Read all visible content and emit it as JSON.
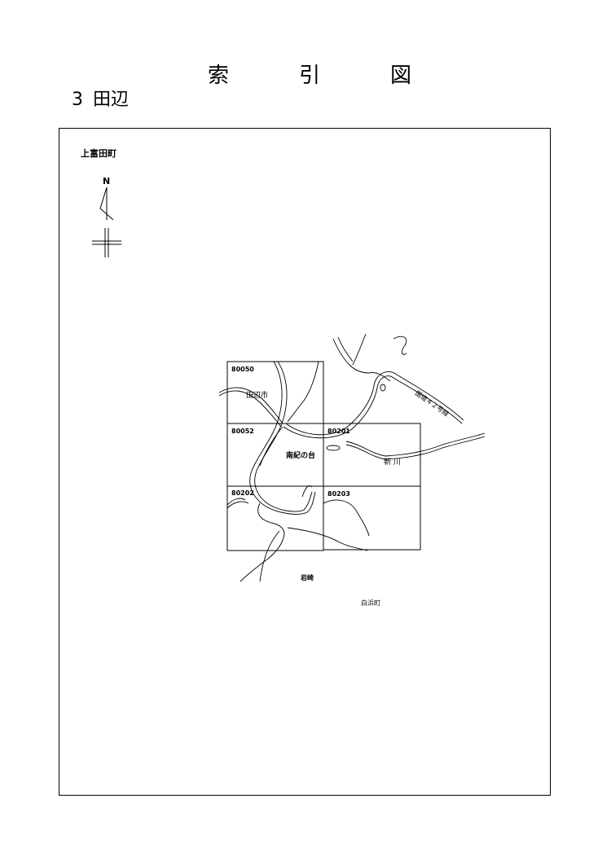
{
  "page": {
    "title_chars": [
      "索",
      "引",
      "図"
    ],
    "section_number": "3",
    "section_name": "田辺"
  },
  "map": {
    "place_labels": {
      "top_left_town": "上富田町",
      "tanabe_city": "田辺市",
      "nankinodai": "南紀の台",
      "shinkawa": "新 川",
      "iwasaki": "岩崎",
      "shirahama": "白浜町",
      "route42": "国道４２号線"
    },
    "north_label": "N",
    "sheets": [
      "80050",
      "80052",
      "80201",
      "80202",
      "80203"
    ]
  }
}
